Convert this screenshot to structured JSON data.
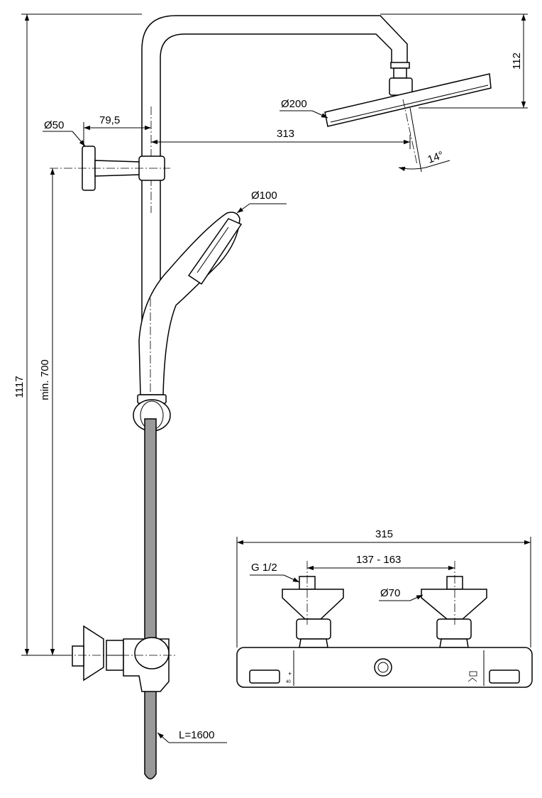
{
  "dimensions": {
    "overall_height": "1117",
    "min_height": "min. 700",
    "wall_flange_dia": "Ø50",
    "arm_offset": "79,5",
    "head_projection": "313",
    "head_drop": "112",
    "head_dia": "Ø200",
    "head_angle": "14°",
    "hand_shower_dia": "Ø100",
    "hose_length": "L=1600",
    "mixer_width": "315",
    "inlet_thread": "G 1/2",
    "inlet_centres": "137 - 163",
    "escutcheon_dia": "Ø70"
  },
  "mixer_markings": {
    "temp_symbol": "+",
    "temp_value": "40"
  }
}
